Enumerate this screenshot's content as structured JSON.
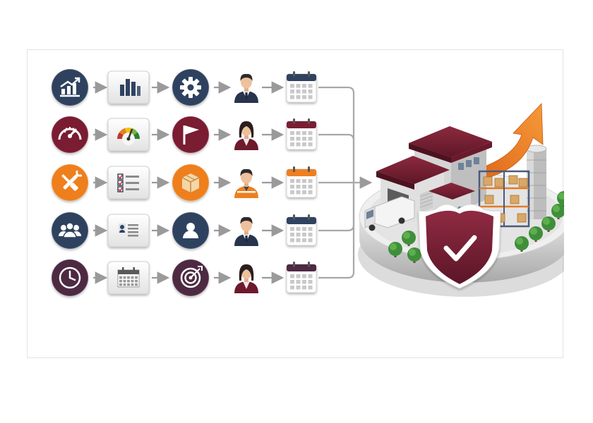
{
  "palette": {
    "navy": "#2f4360",
    "maroon": "#7a1f33",
    "orange": "#ee7f1f",
    "plum": "#4e2943",
    "gray_arrow": "#9a9a9a",
    "card": "#f2f2f2"
  },
  "rows": [
    {
      "color": "navy",
      "icons": [
        "line-chart-icon",
        "bar-chart-icon",
        "gear-icon",
        "businessman-icon",
        "calendar-icon"
      ]
    },
    {
      "color": "maroon",
      "icons": [
        "speedometer-icon",
        "gauge-icon",
        "flag-icon",
        "businesswoman-icon",
        "calendar-icon"
      ]
    },
    {
      "color": "orange",
      "icons": [
        "wrench-screwdriver-icon",
        "checklist-icon",
        "package-icon",
        "worker-vest-icon",
        "calendar-icon"
      ]
    },
    {
      "color": "navy",
      "icons": [
        "team-icon",
        "id-card-icon",
        "user-icon",
        "businessman-icon",
        "calendar-icon"
      ]
    },
    {
      "color": "plum",
      "icons": [
        "clock-icon",
        "calendar-grid-icon",
        "target-icon",
        "businesswoman-icon",
        "calendar-icon"
      ]
    }
  ],
  "hub": {
    "icons": [
      "warehouse-icon",
      "delivery-van-icon",
      "shield-check-icon",
      "growth-arrow-icon",
      "storage-rack-icon",
      "silo-icon",
      "tree-icon"
    ]
  }
}
